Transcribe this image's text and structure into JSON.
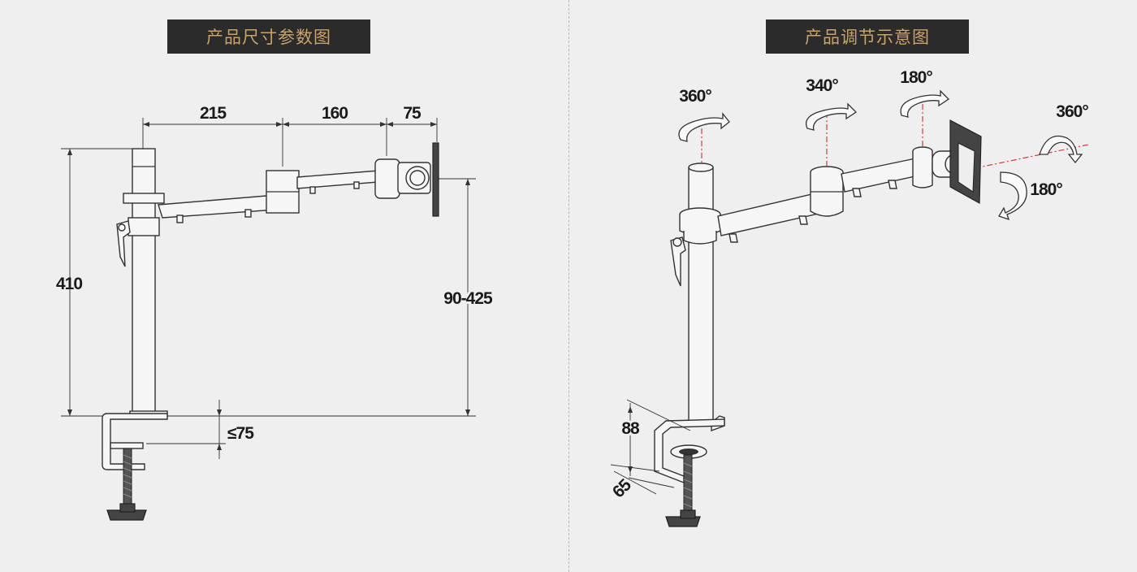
{
  "left_panel": {
    "title": "产品尺寸参数图",
    "dimensions": {
      "arm1": "215",
      "arm2": "160",
      "head": "75",
      "pole_height": "410",
      "height_range": "90-425",
      "clamp_thickness": "≤75"
    }
  },
  "right_panel": {
    "title": "产品调节示意图",
    "rotations": {
      "pole": "360°",
      "elbow": "340°",
      "head_swivel": "180°",
      "plate_rotate": "360°",
      "tilt": "180°"
    },
    "dimensions": {
      "clamp_depth": "88",
      "clamp_width": "65"
    }
  },
  "colors": {
    "background": "#efefef",
    "title_bg": "#2b2b2b",
    "title_text": "#c9a36a",
    "axis_line": "#d43a3a"
  }
}
